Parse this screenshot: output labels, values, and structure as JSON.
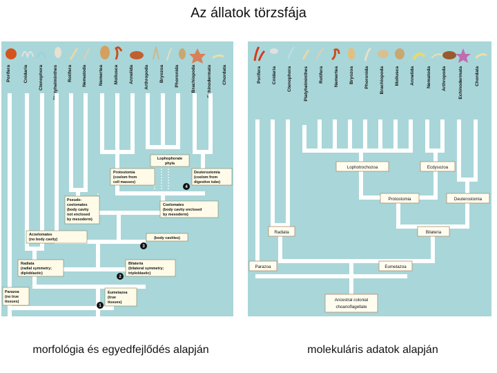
{
  "title": "Az állatok törzsfája",
  "left_caption": "morfológia és egyedfejlődés alapján",
  "right_caption": "molekuláris adatok alapján",
  "left_tree": {
    "taxa": [
      "Porifera",
      "Cnidaria",
      "Ctenophora",
      "Platyhelminthes",
      "Rotifera",
      "Nematoda",
      "Nemertea",
      "Mollusca",
      "Annelida",
      "Arthropoda",
      "Bryozoa",
      "Phoronida",
      "Brachiopoda",
      "Echinodermata",
      "Chordata"
    ],
    "nodes": {
      "lophophorate": [
        "Lophophorate",
        "phyla"
      ],
      "protostomia": [
        "Protostomia",
        "(coelom from",
        "cell masses)"
      ],
      "deuterostomia": [
        "Deuterostomia",
        "(coelom from",
        "digestive tube)"
      ],
      "pseudocoelomates": [
        "Pseudo-",
        "coelomates",
        "(body cavity",
        "not enclosed",
        "by mesoderm)"
      ],
      "coelomates": [
        "Coelomates",
        "(body cavity enclosed",
        "by mesoderm)"
      ],
      "acoelomates": [
        "Acoelomates",
        "(no body cavity)"
      ],
      "body_cavities": [
        "(body cavities)"
      ],
      "radiata": [
        "Radiata",
        "(radial symmetry;",
        "diploblastic)"
      ],
      "bilateria": [
        "Bilateria",
        "(bilateral symmetry;",
        "triploblastic)"
      ],
      "parazoa": [
        "Parazoa",
        "(no true",
        "tissues)"
      ],
      "eumetazoa": [
        "Eumetazoa",
        "(true",
        "tissues)"
      ]
    },
    "badges": [
      "1",
      "2",
      "3",
      "4"
    ]
  },
  "right_tree": {
    "taxa": [
      "Porifera",
      "Cnidaria",
      "Ctenophora",
      "Platyhelminthes",
      "Rotifera",
      "Nemertea",
      "Bryozoa",
      "Phoronida",
      "Brachiopoda",
      "Mollusca",
      "Annelida",
      "Nematoda",
      "Arthropoda",
      "Echinodermata",
      "Chordata"
    ],
    "nodes": {
      "lophotrochozoa": "Lophotrochozoa",
      "ecdysozoa": "Ecdysozoa",
      "protostomia": "Protostomia",
      "deuterostomia": "Deuterostomia",
      "radiata": "Radiata",
      "bilateria": "Bilateria",
      "parazoa": "Parazoa",
      "eumetazoa": "Eumetazoa",
      "ancestor": [
        "Ancestral colonial",
        "choanoflagellate"
      ]
    }
  },
  "colors": {
    "panel_bg": "#a9d6d9",
    "branch": "#ffffff",
    "label_box": "#fffbe8",
    "badge": "#111111"
  }
}
